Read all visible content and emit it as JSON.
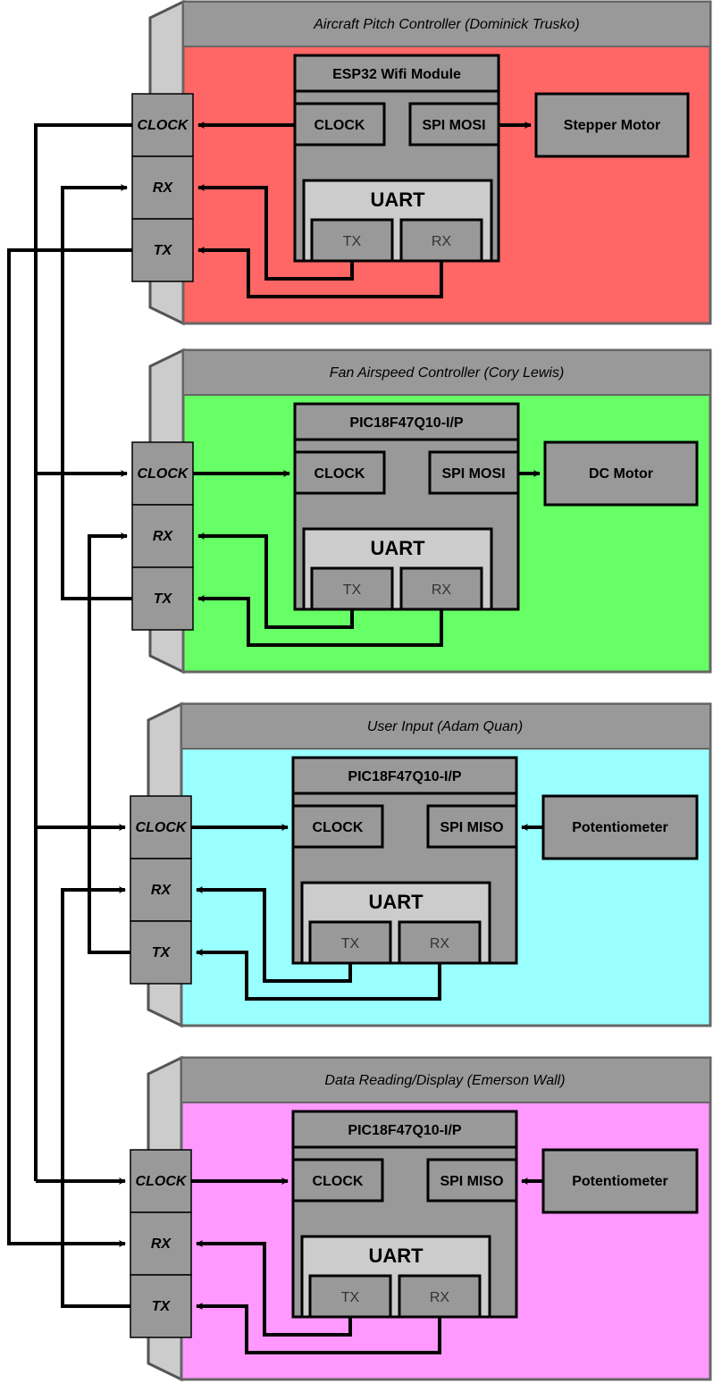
{
  "colors": {
    "panel_bg": [
      "#ff6666",
      "#66ff66",
      "#99ffff",
      "#ff99ff"
    ],
    "gray_box": "#999999",
    "light_box": "#cccccc",
    "wire": "#000000"
  },
  "ports": {
    "clock": "CLOCK",
    "rx": "RX",
    "tx": "TX"
  },
  "modules": [
    {
      "title": "Aircraft Pitch Controller (Dominick Trusko)",
      "chip": "ESP32 Wifi Module",
      "clock": "CLOCK",
      "spi": "SPI MOSI",
      "uart": "UART",
      "uart_tx": "TX",
      "uart_rx": "RX",
      "device": "Stepper Motor"
    },
    {
      "title": "Fan Airspeed Controller (Cory Lewis)",
      "chip": "PIC18F47Q10-I/P",
      "clock": "CLOCK",
      "spi": "SPI MOSI",
      "uart": "UART",
      "uart_tx": "TX",
      "uart_rx": "RX",
      "device": "DC Motor"
    },
    {
      "title": "User Input (Adam Quan)",
      "chip": "PIC18F47Q10-I/P",
      "clock": "CLOCK",
      "spi": "SPI MISO",
      "uart": "UART",
      "uart_tx": "TX",
      "uart_rx": "RX",
      "device": "Potentiometer"
    },
    {
      "title": "Data Reading/Display (Emerson Wall)",
      "chip": "PIC18F47Q10-I/P",
      "clock": "CLOCK",
      "spi": "SPI MISO",
      "uart": "UART",
      "uart_tx": "TX",
      "uart_rx": "RX",
      "device": "Potentiometer"
    }
  ]
}
